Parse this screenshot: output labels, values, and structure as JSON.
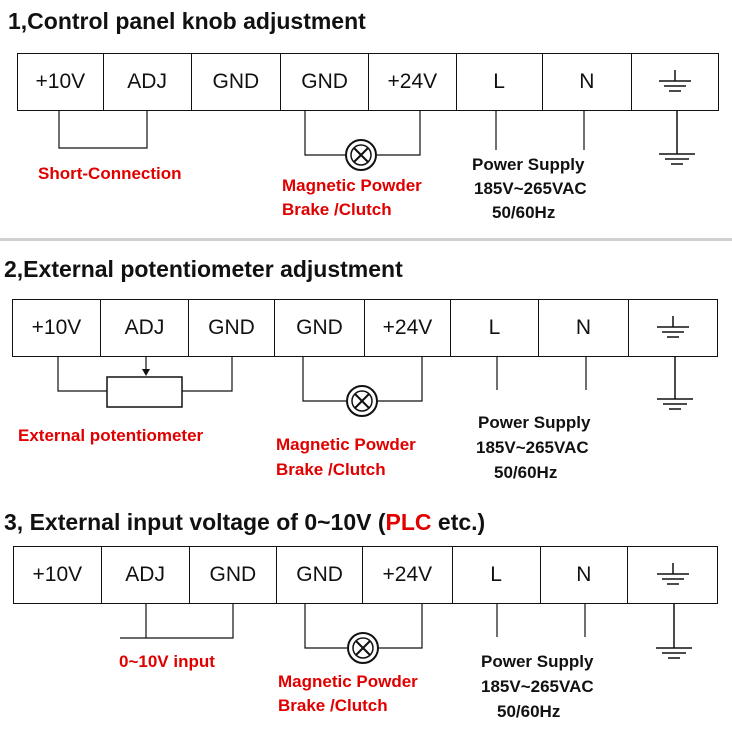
{
  "sections": [
    {
      "title": "1,Control panel knob adjustment",
      "terminals": [
        "+10V",
        "ADJ",
        "GND",
        "GND",
        "+24V",
        "L",
        "N",
        "ground-icon"
      ],
      "left_label": "Short-Connection",
      "load_label": [
        "Magnetic Powder",
        "Brake /Clutch"
      ],
      "power_label": [
        "Power Supply",
        "185V~265VAC",
        "50/60Hz"
      ]
    },
    {
      "title": "2,External potentiometer adjustment",
      "terminals": [
        "+10V",
        "ADJ",
        "GND",
        "GND",
        "+24V",
        "L",
        "N",
        "ground-icon"
      ],
      "left_label": "External potentiometer",
      "load_label": [
        "Magnetic Powder",
        "Brake /Clutch"
      ],
      "power_label": [
        "Power Supply",
        "185V~265VAC",
        "50/60Hz"
      ]
    },
    {
      "title_parts": [
        "3, External input voltage of 0~10V (",
        "PLC",
        " etc.)"
      ],
      "terminals": [
        "+10V",
        "ADJ",
        "GND",
        "GND",
        "+24V",
        "L",
        "N",
        "ground-icon"
      ],
      "left_label": "0~10V input",
      "load_label": [
        "Magnetic Powder",
        "Brake /Clutch"
      ],
      "power_label": [
        "Power Supply",
        "185V~265VAC",
        "50/60Hz"
      ]
    }
  ],
  "colors": {
    "accent": "#e00000",
    "line": "#111111",
    "separator": "#d0d0d0"
  }
}
